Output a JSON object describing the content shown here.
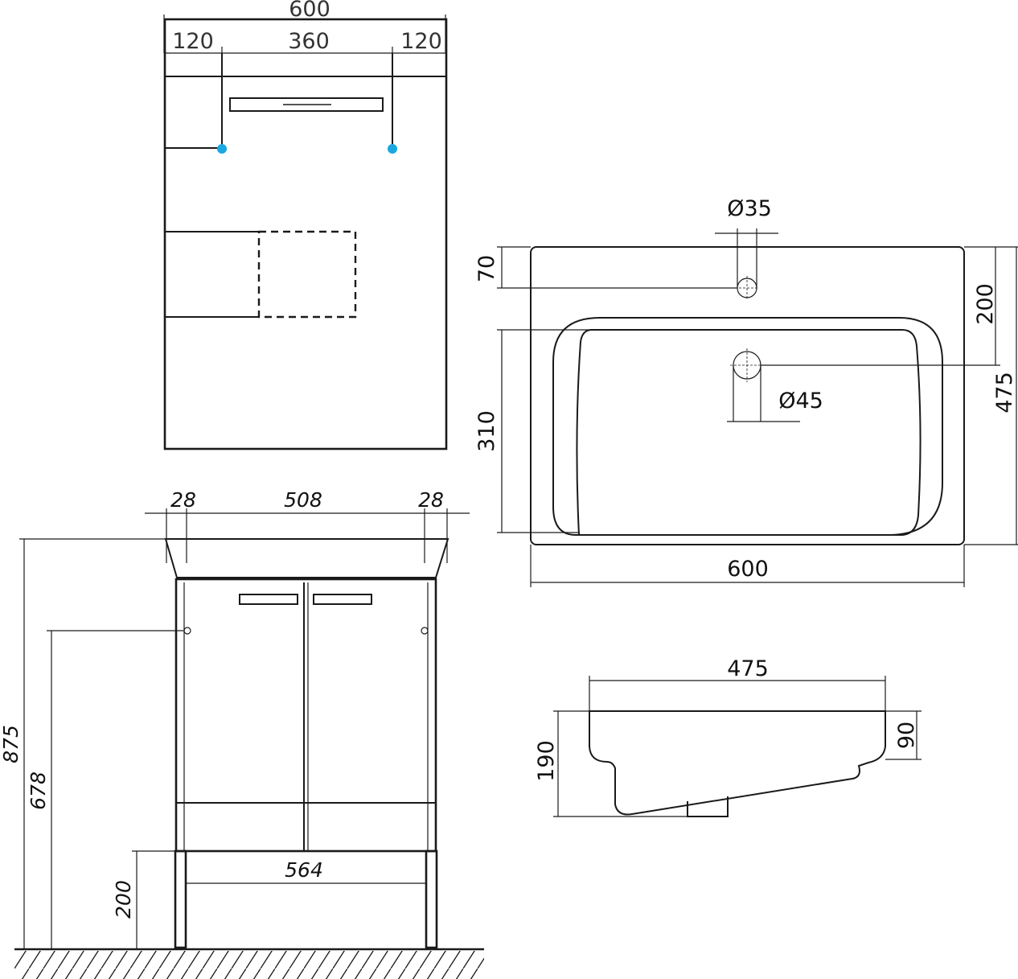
{
  "top_view": {
    "width_total": "600",
    "offset_left": "120",
    "span_middle": "360",
    "offset_right": "120",
    "accent_color": "#1aa8e0"
  },
  "front_view": {
    "overhang_left": "28",
    "inner_width": "508",
    "overhang_right": "28",
    "total_height": "875",
    "height_to_hinge": "678",
    "leg_height": "200",
    "leg_span": "564"
  },
  "basin_plan": {
    "tap_hole": "Ø35",
    "drain_hole": "Ø45",
    "tap_offset": "70",
    "drain_offset": "200",
    "bowl_depth": "310",
    "depth_total": "475",
    "width_total": "600"
  },
  "basin_side": {
    "depth_total": "475",
    "rim_height": "90",
    "total_height": "190"
  }
}
